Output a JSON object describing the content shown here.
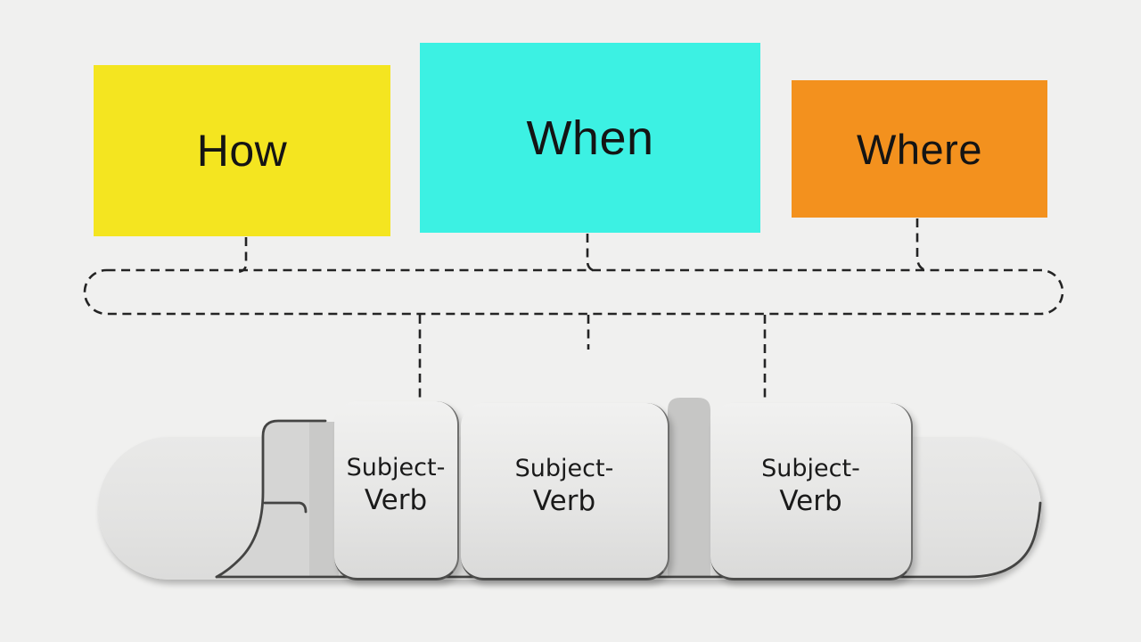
{
  "background": "#f0f0ef",
  "top_boxes": [
    {
      "label": "How",
      "color": "#F4E520"
    },
    {
      "label": "When",
      "color": "#3CF1E3"
    },
    {
      "label": "Where",
      "color": "#F3911E"
    }
  ],
  "segments": [
    {
      "line1": "Subject-",
      "line2": "Verb"
    },
    {
      "line1": "Subject-",
      "line2": "Verb"
    },
    {
      "line1": "Subject-",
      "line2": "Verb"
    }
  ],
  "colors": {
    "dashed_line": "#242424",
    "pill_gray": "#e3e3e2",
    "divider_strip_gray": "#c6c6c5",
    "cut_piece_gray": "#d5d5d4",
    "text_black": "#1a1a1a"
  }
}
